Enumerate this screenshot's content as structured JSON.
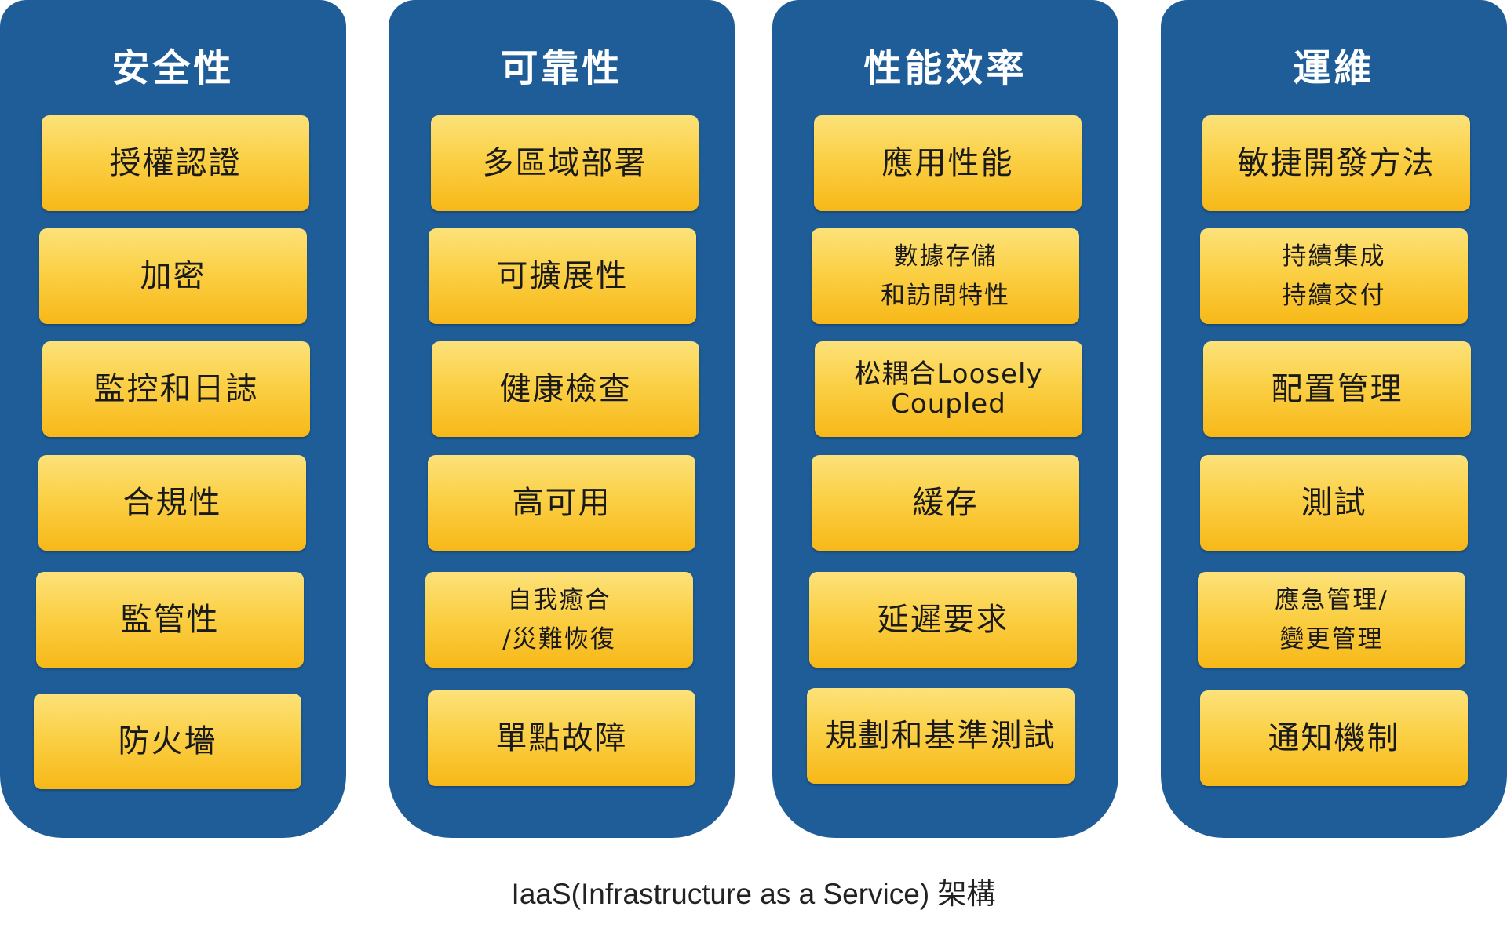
{
  "columns": [
    {
      "title": "安全性",
      "items": [
        "授權認證",
        "加密",
        "監控和日誌",
        "合規性",
        "監管性",
        "防火墻"
      ]
    },
    {
      "title": "可靠性",
      "items": [
        "多區域部署",
        "可擴展性",
        "健康檢查",
        "高可用",
        "自我癒合\n/災難恢復",
        "單點故障"
      ]
    },
    {
      "title": "性能效率",
      "items": [
        "應用性能",
        "數據存儲\n和訪問特性",
        "松耦合Loosely\nCoupled",
        "緩存",
        "延遲要求",
        "規劃和基準測試"
      ]
    },
    {
      "title": "運維",
      "items": [
        "敏捷開發方法",
        "持續集成\n持續交付",
        "配置管理",
        "測試",
        "應急管理/\n變更管理",
        "通知機制"
      ]
    }
  ],
  "caption": "IaaS(Infrastructure as a Service) 架構"
}
